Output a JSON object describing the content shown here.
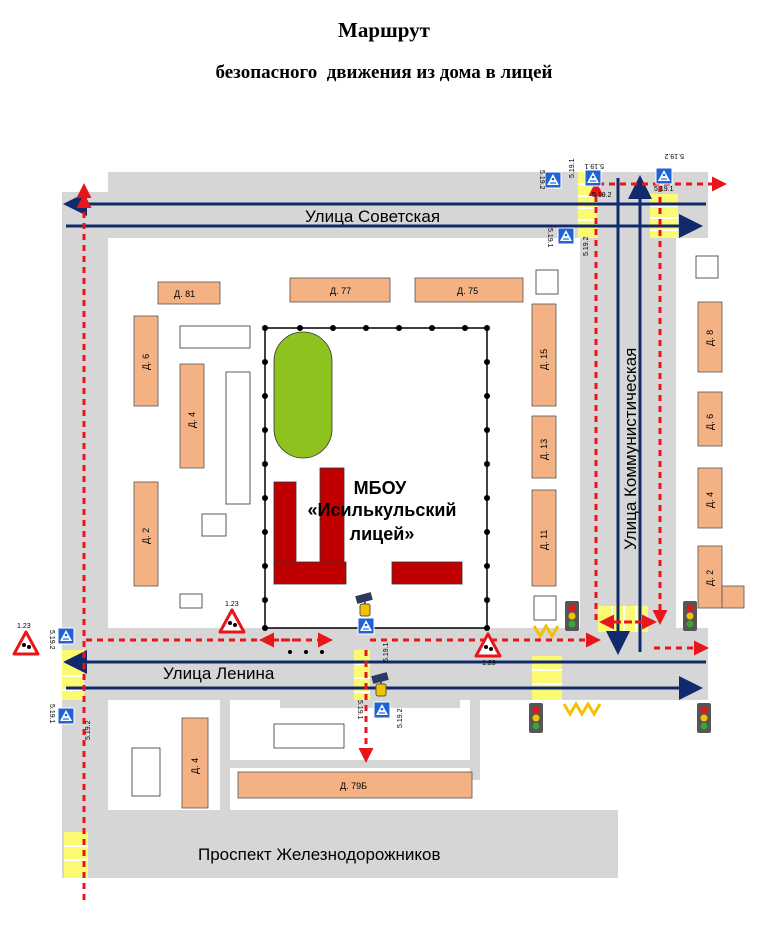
{
  "title": "Маршрут",
  "subtitle": "безопасного  движения из дома в лицей",
  "streets": {
    "sovetskaya": "Улица Советская",
    "lenina": "Улица Ленина",
    "kommunisticheskaya": "Улица Коммунистическая",
    "prospekt": "Проспект Железнодорожников"
  },
  "school": {
    "line1": "МБОУ",
    "line2": "«Исилькульский",
    "line3": "лицей»"
  },
  "houses": {
    "d81": "Д. 81",
    "d77": "Д. 77",
    "d75": "Д. 75",
    "d6_left": "Д. 6",
    "d4_left": "Д. 4",
    "d2_left": "Д. 2",
    "d15": "Д. 15",
    "d13": "Д. 13",
    "d11": "Д. 11",
    "d8_right": "Д. 8",
    "d6_right": "Д. 6",
    "d4_right": "Д. 4",
    "d2_right": "Д. 2",
    "d4_bottom": "Д. 4",
    "d79b": "Д. 79Б"
  },
  "sign_codes": {
    "crossing_1": "5.19.1",
    "crossing_2": "5.19.2",
    "children": "1.23"
  },
  "colors": {
    "route": "#e8161b",
    "traffic_arrow": "#102a6b",
    "road": "#d6d6d6",
    "house": "#f4b183",
    "school": "#c00000",
    "field": "#8dc21f",
    "crosswalk": "#ffff66",
    "sign_blue": "#1f63d6"
  },
  "icons": [
    "crosswalk-sign-icon",
    "children-warning-sign-icon",
    "traffic-light-icon",
    "pedestrian-light-icon"
  ]
}
